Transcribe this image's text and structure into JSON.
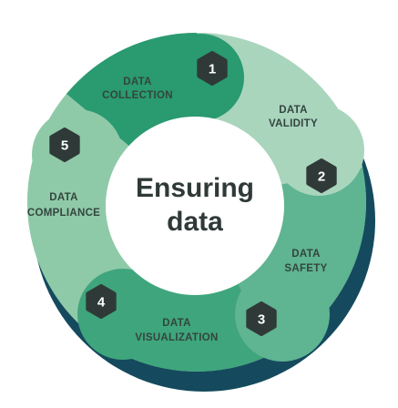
{
  "center": {
    "line1": "Ensuring",
    "line2": "data"
  },
  "steps": [
    {
      "number": "1",
      "line1": "DATA",
      "line2": "COLLECTION"
    },
    {
      "number": "2",
      "line1": "DATA",
      "line2": "VALIDITY"
    },
    {
      "number": "3",
      "line1": "DATA",
      "line2": "SAFETY"
    },
    {
      "number": "4",
      "line1": "DATA",
      "line2": "VISUALIZATION"
    },
    {
      "number": "5",
      "line1": "DATA",
      "line2": "COMPLIANCE"
    }
  ],
  "colors": {
    "segment1": "#2a9a70",
    "segment2": "#a9d5bd",
    "segment3": "#5fb492",
    "segment4": "#3fa57c",
    "segment5": "#8fcaa8",
    "shadow": "#154a5e",
    "badge": "#2f3a38",
    "center_fill": "#ffffff"
  },
  "icons": {
    "badge": "hexagon-number-badge"
  }
}
